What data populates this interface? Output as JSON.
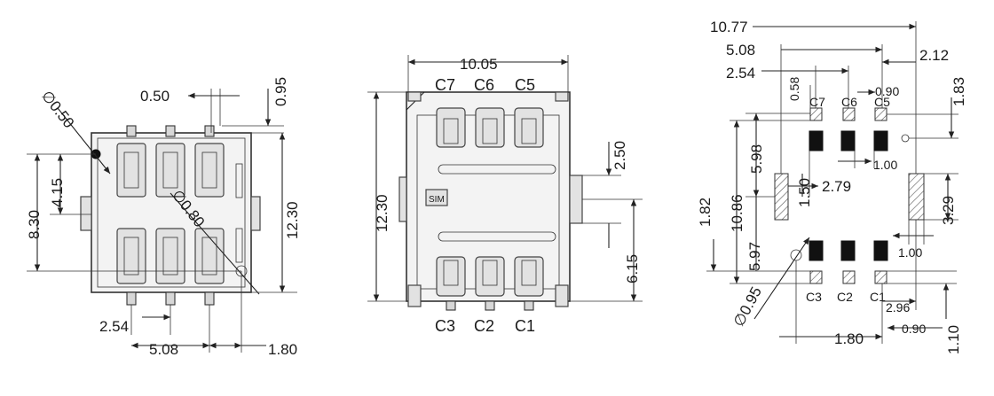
{
  "left_view": {
    "dims": {
      "d050": "0.50",
      "d095": "0.95",
      "dia050": "∅0.50",
      "dia080": "∅0.80",
      "d415": "4.15",
      "d830": "8.30",
      "d1230": "12.30",
      "d254": "2.54",
      "d508": "5.08",
      "d180": "1.80"
    }
  },
  "middle_view": {
    "dims": {
      "d1005": "10.05",
      "d1230": "12.30",
      "d250": "2.50",
      "d615": "6.15"
    },
    "labels": {
      "c7": "C7",
      "c6": "C6",
      "c5": "C5",
      "c3": "C3",
      "c2": "C2",
      "c1": "C1",
      "sim": "SIM"
    }
  },
  "right_view": {
    "dims": {
      "d1077": "10.77",
      "d508": "5.08",
      "d254": "2.54",
      "d212": "2.12",
      "d058": "0.58",
      "d090a": "0.90",
      "d183": "1.83",
      "d598": "5.98",
      "d100a": "1.00",
      "d150": "1.50",
      "d279": "2.79",
      "d182": "1.82",
      "d1086": "10.86",
      "d329": "3.29",
      "d597": "5.97",
      "d100b": "1.00",
      "d296": "2.96",
      "dia095": "∅0.95",
      "d180": "1.80",
      "d090b": "0.90",
      "d110": "1.10"
    },
    "labels": {
      "c7": "C7",
      "c6": "C6",
      "c5": "C5",
      "c3": "C3",
      "c2": "C2",
      "c1": "C1"
    }
  }
}
